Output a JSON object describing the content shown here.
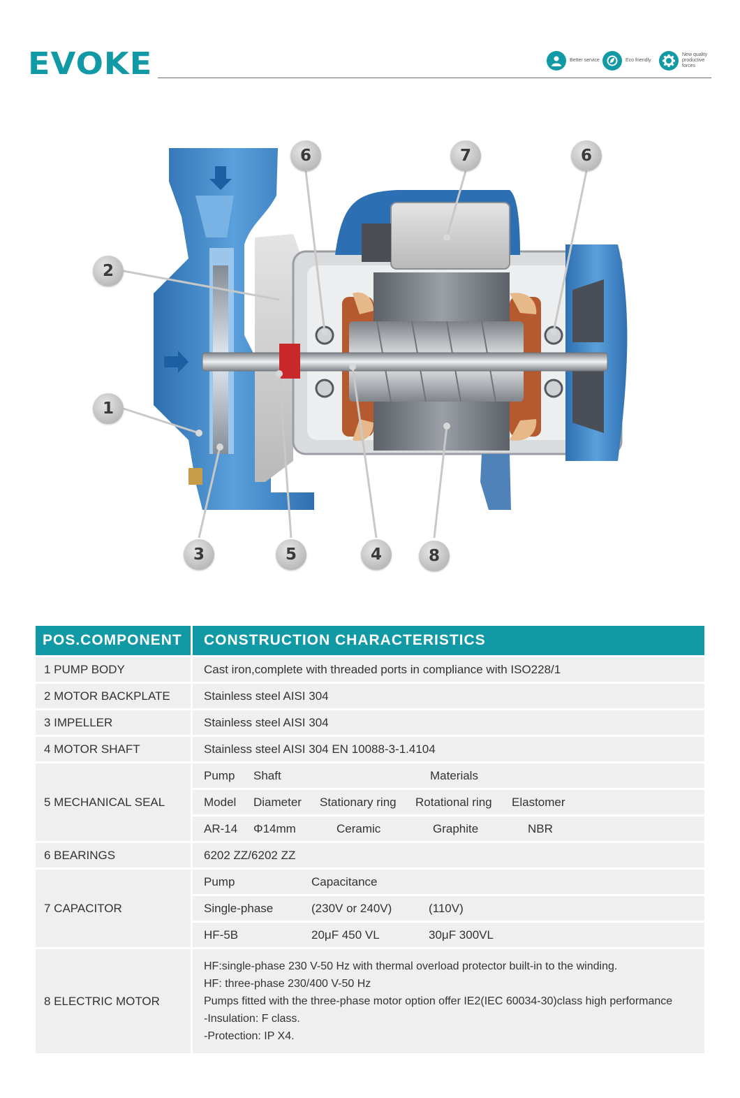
{
  "header": {
    "logo": "EVOKE",
    "badges": [
      {
        "icon": "person-headset-icon",
        "text": "Better service"
      },
      {
        "icon": "eco-leaf-icon",
        "text": "Eco friendly"
      },
      {
        "icon": "gear-icon",
        "text": "New quality productive forces"
      }
    ]
  },
  "diagram": {
    "callouts": [
      "6",
      "7",
      "6",
      "2",
      "1",
      "3",
      "5",
      "4",
      "8"
    ]
  },
  "table": {
    "headers": [
      "POS.COMPONENT",
      "CONSTRUCTION  CHARACTERISTICS"
    ],
    "rows": {
      "pump_body": {
        "component": "1  PUMP  BODY",
        "value": "Cast iron,complete with threaded ports in compliance with ISO228/1"
      },
      "backplate": {
        "component": "2  MOTOR BACKPLATE",
        "value": "Stainless steel AISI 304"
      },
      "impeller": {
        "component": "3  IMPELLER",
        "value": "Stainless steel AISI 304"
      },
      "shaft": {
        "component": "4 MOTOR  SHAFT",
        "value": "Stainless steel AISI 304 EN 10088-3-1.4104"
      },
      "seal": {
        "component": "5 MECHANICAL SEAL",
        "line1": [
          "Pump",
          "Shaft",
          "Materials"
        ],
        "line2": [
          "Model",
          "Diameter",
          "Stationary ring",
          "Rotational ring",
          "Elastomer"
        ],
        "line3": [
          "AR-14",
          "Φ14mm",
          "Ceramic",
          "Graphite",
          "NBR"
        ]
      },
      "bearings": {
        "component": "6  BEARINGS",
        "value": "6202 ZZ/6202 ZZ"
      },
      "capacitor": {
        "component": "7  CAPACITOR",
        "line1": [
          "Pump",
          "Capacitance"
        ],
        "line2": [
          "Single-phase",
          "(230V or 240V)",
          "(110V)"
        ],
        "line3": [
          "HF-5B",
          "20μF 450 VL",
          "30μF 300VL"
        ]
      },
      "motor": {
        "component": "8 ELECTRIC  MOTOR",
        "lines": [
          "HF:single-phase 230 V-50 Hz with thermal overload protector built-in to the winding.",
          "HF: three-phase 230/400 V-50 Hz",
          "Pumps fitted with the three-phase motor option offer IE2(IEC 60034-30)class high performance",
          "-Insulation: F class.",
          "-Protection: IP X4."
        ]
      }
    }
  }
}
